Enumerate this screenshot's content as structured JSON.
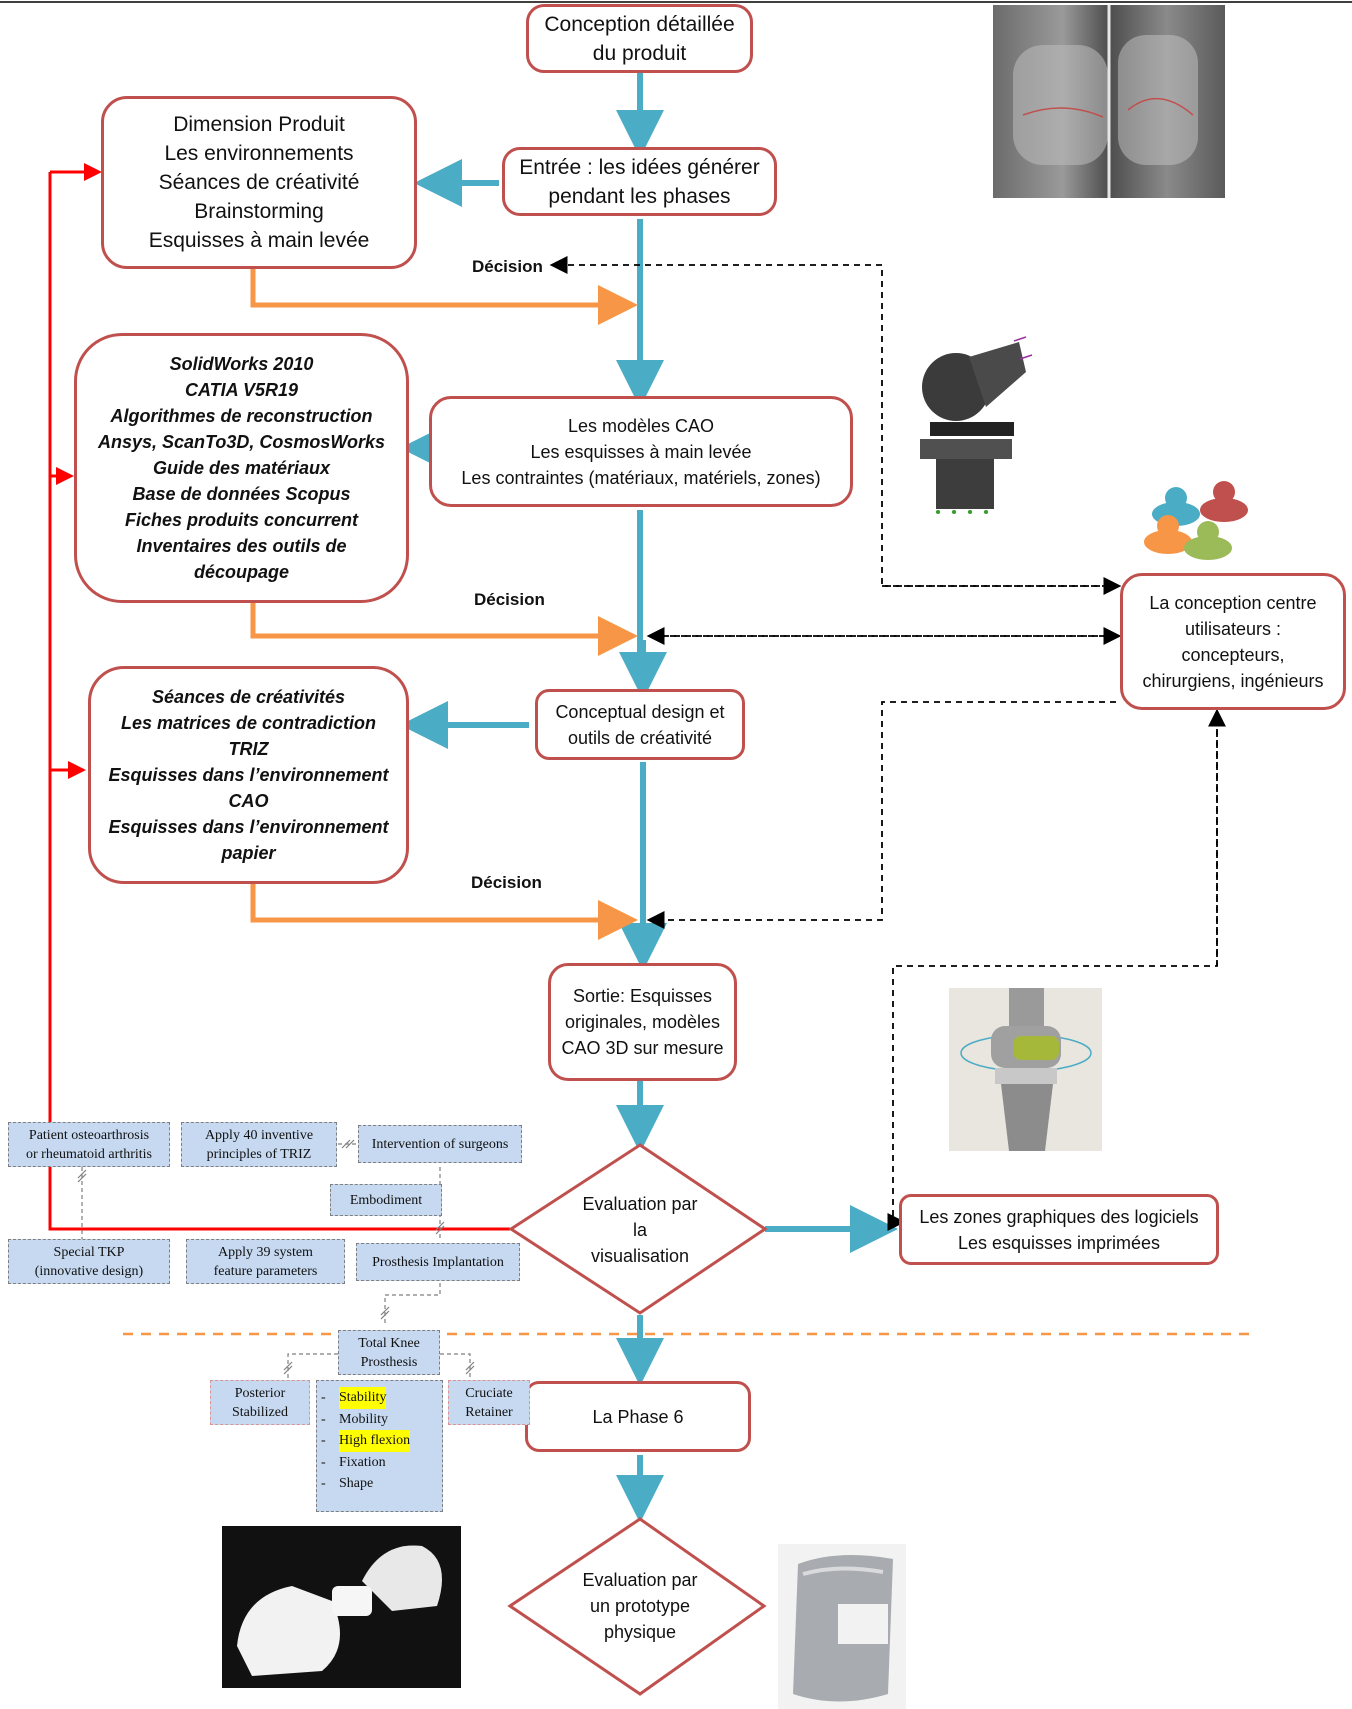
{
  "boxes": {
    "conception": [
      "Conception détaillée",
      "du produit"
    ],
    "dimension": [
      "Dimension Produit",
      "Les environnements",
      "Séances de créativité",
      "Brainstorming",
      "Esquisses à main levée"
    ],
    "entree": [
      "Entrée : les idées générer",
      "pendant les phases"
    ],
    "solidworks": [
      "SolidWorks 2010",
      "CATIA V5R19",
      "Algorithmes de reconstruction",
      "Ansys, ScanTo3D, CosmosWorks",
      "Guide des matériaux",
      "Base de données Scopus",
      "Fiches produits concurrent",
      "Inventaires des outils de",
      "découpage"
    ],
    "cao": [
      "Les modèles CAO",
      "Les esquisses à main levée",
      "Les contraintes (matériaux, matériels, zones)"
    ],
    "user_centered": [
      "La conception centre",
      "utilisateurs :",
      "concepteurs,",
      "chirurgiens, ingénieurs"
    ],
    "seances": [
      "Séances de créativités",
      "Les matrices de contradiction",
      "TRIZ",
      "Esquisses dans l’environnement",
      "CAO",
      "Esquisses dans l’environnement",
      "papier"
    ],
    "conceptual": [
      "Conceptual design et",
      "outils de créativité"
    ],
    "sortie": [
      "Sortie: Esquisses",
      "originales, modèles",
      "CAO 3D sur mesure"
    ],
    "zones": [
      "Les zones graphiques des logiciels",
      "Les esquisses imprimées"
    ],
    "phase6": [
      "La Phase 6"
    ]
  },
  "diamonds": {
    "visualisation": [
      "Evaluation par",
      "la",
      "visualisation"
    ],
    "prototype": [
      "Evaluation par",
      "un prototype",
      "physique"
    ]
  },
  "decisions": [
    "Décision",
    "Décision",
    "Décision"
  ],
  "tags": {
    "patient": [
      "Patient osteoarthrosis",
      "or rheumatoid arthritis"
    ],
    "apply40": [
      "Apply 40 inventive",
      "principles of TRIZ"
    ],
    "intervention": [
      "Intervention of surgeons"
    ],
    "embodiment": [
      "Embodiment"
    ],
    "special": [
      "Special TKP",
      "(innovative design)"
    ],
    "apply39": [
      "Apply 39 system",
      "feature parameters"
    ],
    "implantation": [
      "Prosthesis Implantation"
    ],
    "tkp": [
      "Total Knee",
      "Prosthesis"
    ],
    "posterior": [
      "Posterior",
      "Stabilized"
    ],
    "cruciate": [
      "Cruciate",
      "Retainer"
    ],
    "features": [
      {
        "text": "Stability",
        "highlight": true
      },
      {
        "text": "Mobility",
        "highlight": false
      },
      {
        "text": "High flexion",
        "highlight": true
      },
      {
        "text": "Fixation",
        "highlight": false
      },
      {
        "text": "Shape",
        "highlight": false
      }
    ]
  },
  "colors": {
    "box_border": "#c0504d",
    "flow_arrow": "#4bacc6",
    "input_arrow": "#f79646",
    "feedback_arrow": "#ff0000",
    "tag_fill": "#c6d9f1",
    "phase_divider": "#f79646"
  },
  "images": {
    "xray": "knee-xray-image",
    "mesh": "knee-mesh-model-image",
    "users": "user-group-icon",
    "knee3d": "knee-3d-render-image",
    "proto_white": "white-prototype-photo",
    "proto_metal": "metal-prototype-photo"
  }
}
